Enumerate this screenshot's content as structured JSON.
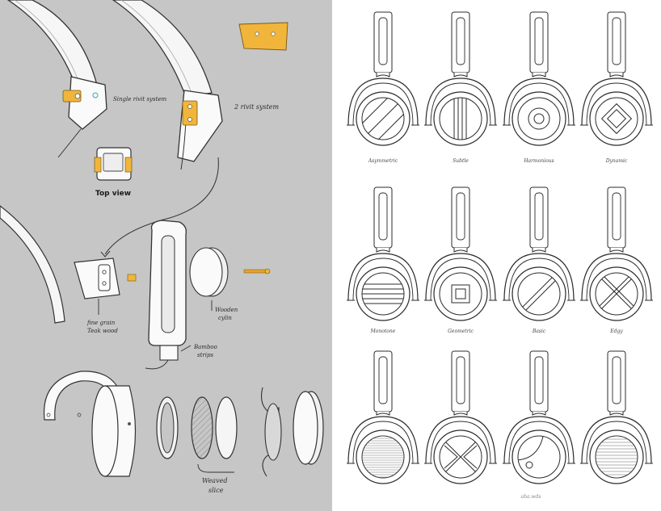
{
  "annotations": {
    "single_rivit": "Single rivit system",
    "two_rivit": "2 rivit system",
    "top_view": "Top view",
    "fine_grain_1": "fine grain",
    "fine_grain_2": "Teak wood",
    "wooden_1": "Wooden",
    "wooden_2": "cylin",
    "bamboo_1": "Bamboo",
    "bamboo_2": "strips",
    "weaved_1": "Weaved",
    "weaved_2": "slice"
  },
  "variants": [
    {
      "label": "Asymmetric",
      "pattern": "diagonal-lines"
    },
    {
      "label": "Subtle",
      "pattern": "vertical-lines"
    },
    {
      "label": "Harmonious",
      "pattern": "concentric"
    },
    {
      "label": "Dynamic",
      "pattern": "diamond"
    },
    {
      "label": "Monotone",
      "pattern": "horizontal-lines"
    },
    {
      "label": "Geometric",
      "pattern": "square"
    },
    {
      "label": "Basic",
      "pattern": "single-diagonal"
    },
    {
      "label": "Edgy",
      "pattern": "x-cross"
    },
    {
      "label": "",
      "pattern": "hatched"
    },
    {
      "label": "",
      "pattern": "chevrons"
    },
    {
      "label": "",
      "pattern": "dot-wave"
    },
    {
      "label": "",
      "pattern": "horizontal-hatch"
    }
  ],
  "signature": "aba.wds",
  "colors": {
    "left_bg": "#c6c6c6",
    "accent_brass": "#f0b53a",
    "right_bg": "#ffffff",
    "ink": "#2b2b2b"
  }
}
